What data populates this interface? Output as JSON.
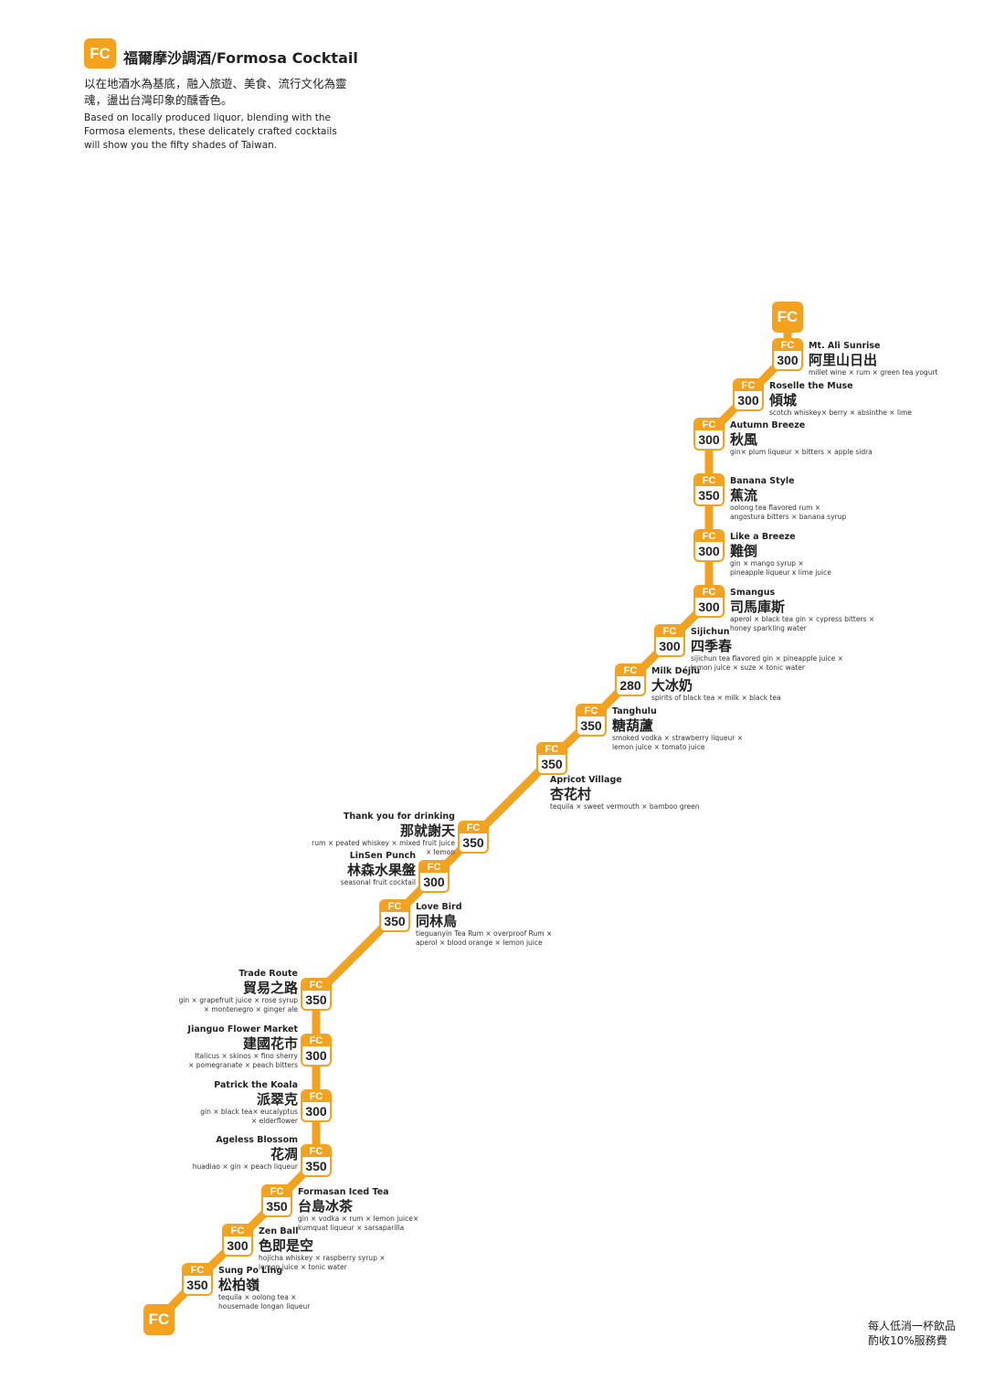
{
  "header": {
    "logo": "FC",
    "title": "福爾摩沙調酒/Formosa Cocktail",
    "intro_zh": "以在地酒水為基底，融入旅遊、美食、流行文化為靈魂，盪出台灣印象的醺香色。",
    "intro_en": "Based on locally produced liquor, blending with the Formosa elements, these delicately crafted cocktails will show you the fifty shades of Taiwan."
  },
  "line_color": "#F3A21F",
  "terminal_label": "FC",
  "badge_code": "FC",
  "stations": [
    {
      "en": "Mt. Ali Sunrise",
      "zh": "阿里山日出",
      "price": "300",
      "ingredients": [
        "millet wine × rum × green tea yogurt"
      ]
    },
    {
      "en": "Roselle the Muse",
      "zh": "傾城",
      "price": "300",
      "ingredients": [
        "scotch whiskey× berry × absinthe × lime"
      ]
    },
    {
      "en": "Autumn Breeze",
      "zh": "秋風",
      "price": "300",
      "ingredients": [
        "gin× plum liqueur × bitters × apple sidra"
      ]
    },
    {
      "en": "Banana Style",
      "zh": "蕉流",
      "price": "350",
      "ingredients": [
        "oolong tea flavored rum ×",
        "angostura bitters × banana syrup"
      ]
    },
    {
      "en": "Like a Breeze",
      "zh": "難倒",
      "price": "300",
      "ingredients": [
        "gin × mango syrup ×",
        "pineapple liqueur x lime juice"
      ]
    },
    {
      "en": "Smangus",
      "zh": "司馬庫斯",
      "price": "300",
      "ingredients": [
        "aperol × black tea gin × cypress bitters ×",
        "honey sparkling water"
      ]
    },
    {
      "en": "Sijichun",
      "zh": "四季春",
      "price": "300",
      "ingredients": [
        "sijichun tea flavored gin × pineapple juice ×",
        "lemon juice × suze × tonic water"
      ]
    },
    {
      "en": "Milk Déjiu",
      "zh": "大冰奶",
      "price": "280",
      "ingredients": [
        "spirits of black tea × milk × black tea"
      ]
    },
    {
      "en": "Tanghulu",
      "zh": "糖葫蘆",
      "price": "350",
      "ingredients": [
        "smoked vodka × strawberry liqueur ×",
        "lemon juice × tomato juice"
      ]
    },
    {
      "en": "Apricot Village",
      "zh": "杏花村",
      "price": "350",
      "ingredients": [
        "tequila × sweet vermouth × bamboo green"
      ]
    },
    {
      "en": "Thank you for drinking",
      "zh": "那就謝天",
      "price": "350",
      "ingredients": [
        "rum × peated whiskey × mixed fruit juice",
        "× lemon"
      ]
    },
    {
      "en": "LinSen Punch",
      "zh": "林森水果盤",
      "price": "300",
      "ingredients": [
        "seasonal fruit cocktail"
      ]
    },
    {
      "en": "Love Bird",
      "zh": "同林鳥",
      "price": "350",
      "ingredients": [
        "tieguanyin Tea Rum × overproof Rum ×",
        "aperol × blood orange × lemon juice"
      ]
    },
    {
      "en": "Trade Route",
      "zh": "貿易之路",
      "price": "350",
      "ingredients": [
        "gin × grapefruit juice × rose syrup",
        "× montenegro × ginger ale"
      ]
    },
    {
      "en": "Jianguo Flower Market",
      "zh": "建國花市",
      "price": "300",
      "ingredients": [
        "Italicus × skinos × fino sherry",
        "× pomegranate × peach bitters"
      ]
    },
    {
      "en": "Patrick the Koala",
      "zh": "派翠克",
      "price": "300",
      "ingredients": [
        "gin × black tea× eucalyptus",
        "× elderflower"
      ]
    },
    {
      "en": "Ageless Blossom",
      "zh": "花凋",
      "price": "350",
      "ingredients": [
        "huadiao × gin × peach liqueur"
      ]
    },
    {
      "en": "Formasan Iced Tea",
      "zh": "台島冰茶",
      "price": "350",
      "ingredients": [
        "gin × vodka × rum × lemon juice×",
        "kumquat liqueur × sarsaparilla"
      ]
    },
    {
      "en": "Zen Ball",
      "zh": "色即是空",
      "price": "300",
      "ingredients": [
        "hojicha whiskey × raspberry syrup ×",
        "lemon juice × tonic water"
      ]
    },
    {
      "en": "Sung Po Ling",
      "zh": "松柏嶺",
      "price": "350",
      "ingredients": [
        "tequila × oolong tea ×",
        "housemade longan liqueur"
      ]
    }
  ],
  "footer_note": [
    "每人低消一杯飲品",
    "酌收10%服務費"
  ]
}
